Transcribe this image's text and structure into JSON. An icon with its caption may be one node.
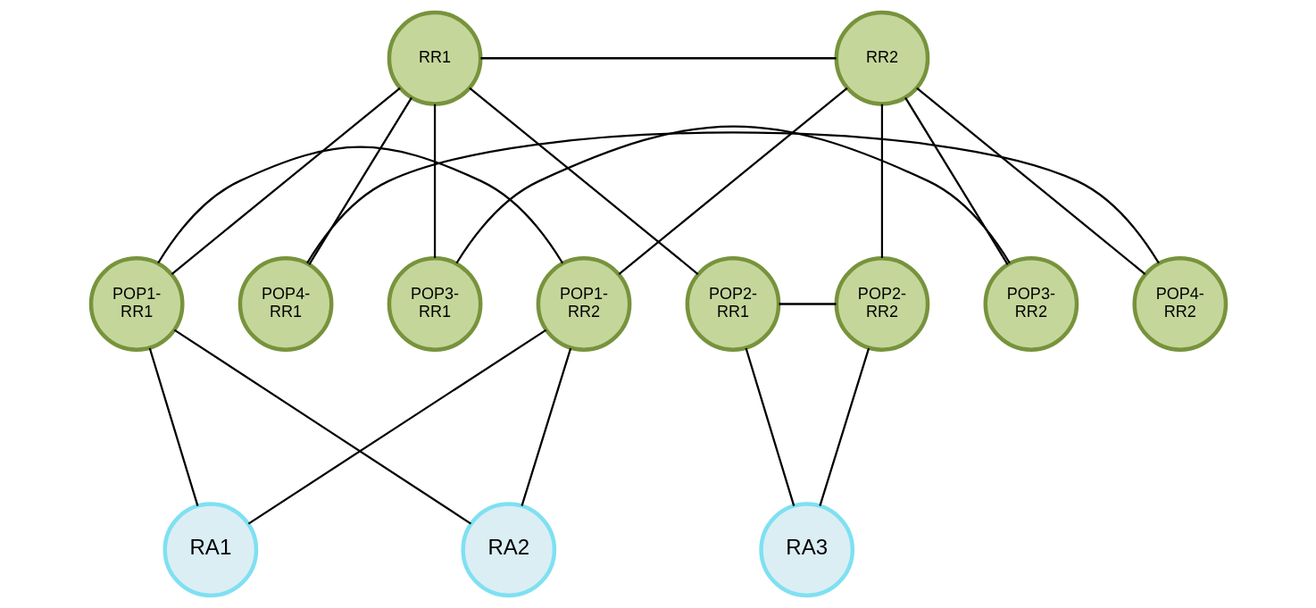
{
  "diagram": {
    "nodes": [
      {
        "text": [
          "RR1"
        ]
      },
      {
        "text": [
          "RR2"
        ]
      },
      {
        "text": [
          "POP1- RR1"
        ]
      },
      {
        "text": [
          "POP1- RR2"
        ]
      },
      {
        "text": [
          "POP2- RR1"
        ]
      },
      {
        "text": [
          "POP2- RR2"
        ]
      },
      {
        "text": [
          "POP3- RR1"
        ]
      },
      {
        "text": [
          "POP3- RR2"
        ]
      },
      {
        "text": [
          "POP4- RR1"
        ]
      },
      {
        "text": [
          "POP4- RR2"
        ]
      },
      {
        "text": [
          "RA1"
        ]
      },
      {
        "text": [
          "RA2"
        ]
      },
      {
        "text": [
          "RA3"
        ]
      }
    ],
    "edges": [
      {
        "from": 0,
        "to": 1,
        "arrow": "none"
      },
      {
        "from": 0,
        "to": 2,
        "arrow": "none"
      },
      {
        "from": 0,
        "to": 4,
        "arrow": "none"
      },
      {
        "from": 0,
        "to": 6,
        "arrow": "none"
      },
      {
        "from": 0,
        "to": 8,
        "arrow": "none"
      },
      {
        "from": 1,
        "to": 3,
        "arrow": "none"
      },
      {
        "from": 1,
        "to": 5,
        "arrow": "none"
      },
      {
        "from": 1,
        "to": 7,
        "arrow": "none"
      },
      {
        "from": 1,
        "to": 9,
        "arrow": "none"
      },
      {
        "from": 2,
        "to": 3,
        "arrow": "none"
      },
      {
        "from": 4,
        "to": 5,
        "arrow": "none"
      },
      {
        "from": 6,
        "to": 7,
        "arrow": "none"
      },
      {
        "from": 8,
        "to": 9,
        "arrow": "none"
      },
      {
        "from": 2,
        "to": 10,
        "arrow": "none"
      },
      {
        "from": 2,
        "to": 11,
        "arrow": "none"
      },
      {
        "from": 3,
        "to": 10,
        "arrow": "none"
      },
      {
        "from": 3,
        "to": 11,
        "arrow": "none"
      },
      {
        "from": 4,
        "to": 12,
        "arrow": "none"
      },
      {
        "from": 5,
        "to": 12,
        "arrow": "none"
      }
    ]
  }
}
